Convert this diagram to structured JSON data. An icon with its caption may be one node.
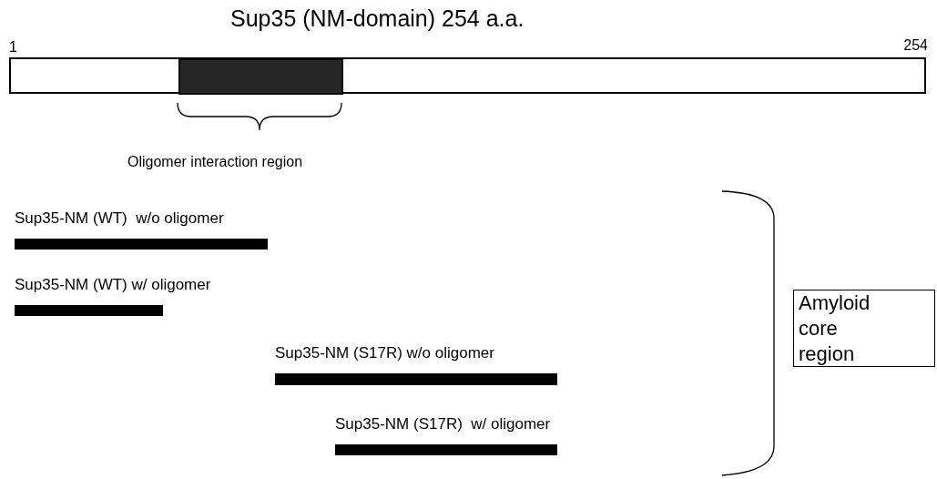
{
  "diagram": {
    "title": "Sup35 (NM-domain) 254 a.a.",
    "nodes": [
      {
        "text": [],
        "shape": "bar"
      },
      {
        "text": [],
        "shape": "bar",
        "in": 0
      },
      {
        "text": [
          "Sup35-NM (WT)  w/o oligomer"
        ]
      },
      {
        "text": [
          "Sup35-NM (WT) w/ oligomer"
        ]
      },
      {
        "text": [
          "Sup35-NM (S17R) w/o oligomer"
        ]
      },
      {
        "text": [
          "Sup35-NM (S17R)  w/ oligomer"
        ]
      },
      {
        "text": [
          "Amyloid core region"
        ]
      }
    ],
    "labels": [
      "1",
      "254",
      "Oligomer interaction region"
    ]
  }
}
